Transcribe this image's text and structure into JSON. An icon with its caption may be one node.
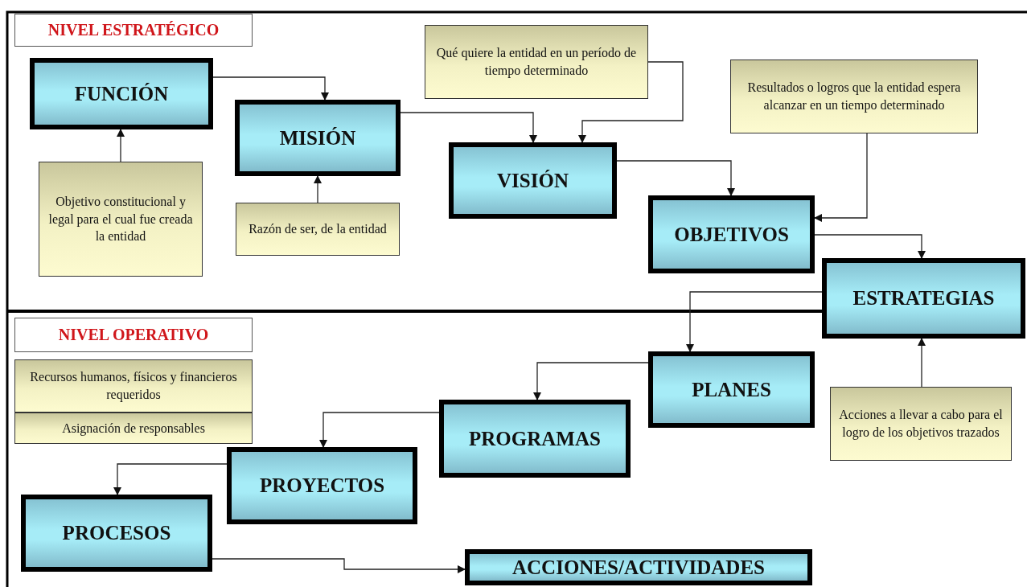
{
  "diagram": {
    "nodes": [
      {
        "text": [
          "NIVEL ESTRATÉGICO"
        ]
      },
      {
        "text": [
          "FUNCIÓN"
        ]
      },
      {
        "text": [
          "MISIÓN"
        ]
      },
      {
        "text": [
          "Qué quiere la entidad en un período de tiempo determinado"
        ]
      },
      {
        "text": [
          "VISIÓN"
        ]
      },
      {
        "text": [
          "Resultados o logros que la entidad espera alcanzar en un tiempo determinado"
        ]
      },
      {
        "text": [
          "OBJETIVOS"
        ]
      },
      {
        "text": [
          "Objetivo constitucional y legal para el cual fue creada la entidad"
        ]
      },
      {
        "text": [
          "Razón de ser, de la entidad"
        ]
      },
      {
        "text": [
          "ESTRATEGIAS"
        ]
      },
      {
        "text": [
          "NIVEL OPERATIVO"
        ]
      },
      {
        "text": [
          "Recursos humanos, físicos y financieros requeridos"
        ]
      },
      {
        "text": [
          "Asignación de responsables"
        ]
      },
      {
        "text": [
          "PLANES"
        ]
      },
      {
        "text": [
          "Acciones a llevar a cabo para el logro de los objetivos trazados"
        ]
      },
      {
        "text": [
          "PROGRAMAS"
        ]
      },
      {
        "text": [
          "PROYECTOS"
        ]
      },
      {
        "text": [
          "PROCESOS"
        ]
      },
      {
        "text": [
          "ACCIONES/ACTIVIDADES"
        ]
      }
    ],
    "edges": [
      {
        "from": 1,
        "to": 2,
        "arrow": "to"
      },
      {
        "from": 2,
        "to": 4,
        "arrow": "to"
      },
      {
        "from": 3,
        "to": 4,
        "arrow": "to"
      },
      {
        "from": 4,
        "to": 6,
        "arrow": "to"
      },
      {
        "from": 5,
        "to": 6,
        "arrow": "to"
      },
      {
        "from": 6,
        "to": 9,
        "arrow": "to"
      },
      {
        "from": 7,
        "to": 1,
        "arrow": "to"
      },
      {
        "from": 8,
        "to": 2,
        "arrow": "to"
      },
      {
        "from": 9,
        "to": 13,
        "arrow": "to"
      },
      {
        "from": 13,
        "to": 15,
        "arrow": "to"
      },
      {
        "from": 14,
        "to": 9,
        "arrow": "to"
      },
      {
        "from": 15,
        "to": 16,
        "arrow": "to"
      },
      {
        "from": 16,
        "to": 17,
        "arrow": "to"
      },
      {
        "from": 17,
        "to": 18,
        "arrow": "to"
      }
    ]
  }
}
